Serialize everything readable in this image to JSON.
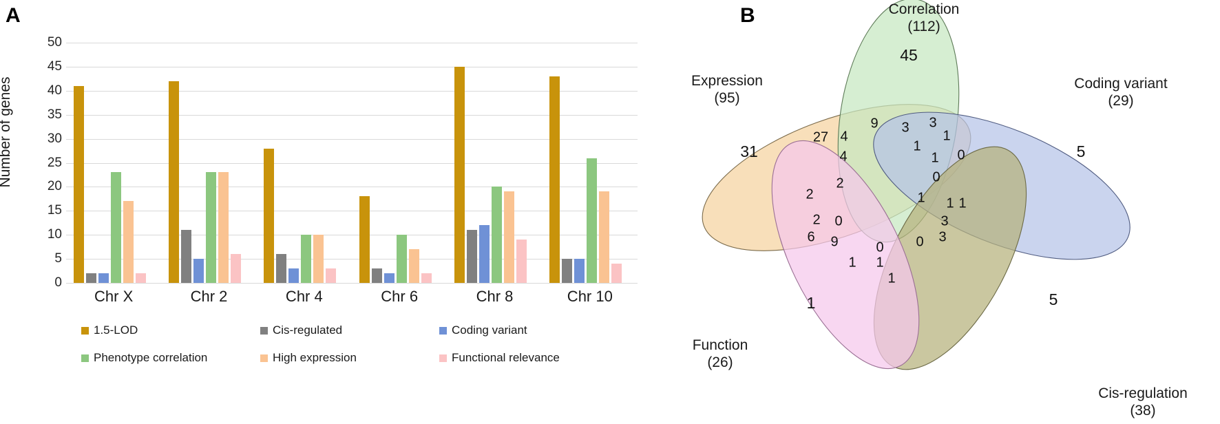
{
  "panels": {
    "a": {
      "letter": "A"
    },
    "b": {
      "letter": "B"
    }
  },
  "chart_data": [
    {
      "type": "bar",
      "panel": "A",
      "title": "",
      "xlabel": "",
      "ylabel": "Number of genes",
      "ylim": [
        0,
        50
      ],
      "ytick_step": 5,
      "yticks": [
        "50",
        "45",
        "40",
        "35",
        "30",
        "25",
        "20",
        "15",
        "10",
        "5",
        "0"
      ],
      "grid": true,
      "legend_position": "bottom",
      "categories": [
        "Chr X",
        "Chr 2",
        "Chr 4",
        "Chr 6",
        "Chr 8",
        "Chr 10"
      ],
      "series": [
        {
          "name": "1.5-LOD",
          "color": "#c8930b",
          "values": [
            41,
            42,
            28,
            18,
            45,
            43
          ]
        },
        {
          "name": "Cis-regulated",
          "color": "#808080",
          "values": [
            2,
            11,
            6,
            3,
            11,
            5
          ]
        },
        {
          "name": "Coding variant",
          "color": "#6f91d6",
          "values": [
            2,
            5,
            3,
            2,
            12,
            5
          ]
        },
        {
          "name": "Phenotype correlation",
          "color": "#8cc77f",
          "values": [
            23,
            23,
            10,
            10,
            20,
            26
          ]
        },
        {
          "name": "High expression",
          "color": "#fac392",
          "values": [
            17,
            23,
            10,
            7,
            19,
            19
          ]
        },
        {
          "name": "Functional relevance",
          "color": "#fbc3c4",
          "values": [
            2,
            6,
            3,
            2,
            9,
            4
          ]
        }
      ]
    },
    {
      "type": "venn",
      "panel": "B",
      "sets": [
        {
          "name": "Expression",
          "total": "(95)",
          "label": "Expression",
          "total_label": "(95)",
          "color": "#f5d3a0"
        },
        {
          "name": "Correlation",
          "total": "(112)",
          "label": "Correlation",
          "total_label": "(112)",
          "color": "#c6e7c0"
        },
        {
          "name": "Coding variant",
          "total": "(29)",
          "label": "Coding variant",
          "total_label": "(29)",
          "color": "#b6c3e8"
        },
        {
          "name": "Cis-regulation",
          "total": "(38)",
          "label": "Cis-regulation",
          "total_label": "(38)",
          "color": "#b5b27c"
        },
        {
          "name": "Function",
          "total": "(26)",
          "label": "Function",
          "total_label": "(26)",
          "color": "#f5c7ec"
        }
      ],
      "counts": [
        {
          "id": "expression-only",
          "value": "31"
        },
        {
          "id": "correlation-only",
          "value": "45"
        },
        {
          "id": "coding-only",
          "value": "5"
        },
        {
          "id": "cis-only",
          "value": "5"
        },
        {
          "id": "function-only",
          "value": "1"
        },
        {
          "id": "r1",
          "value": "27"
        },
        {
          "id": "r2",
          "value": "4"
        },
        {
          "id": "r3",
          "value": "9"
        },
        {
          "id": "r4",
          "value": "3"
        },
        {
          "id": "r5",
          "value": "3"
        },
        {
          "id": "r6",
          "value": "1"
        },
        {
          "id": "r7",
          "value": "4"
        },
        {
          "id": "r8",
          "value": "1"
        },
        {
          "id": "r9",
          "value": "1"
        },
        {
          "id": "r10",
          "value": "0"
        },
        {
          "id": "r11",
          "value": "2"
        },
        {
          "id": "r12",
          "value": "0"
        },
        {
          "id": "r13",
          "value": "1"
        },
        {
          "id": "r14",
          "value": "2"
        },
        {
          "id": "r15",
          "value": "1"
        },
        {
          "id": "r16",
          "value": "1"
        },
        {
          "id": "r17",
          "value": "2"
        },
        {
          "id": "r18",
          "value": "0"
        },
        {
          "id": "r19",
          "value": "3"
        },
        {
          "id": "r20",
          "value": "6"
        },
        {
          "id": "r21",
          "value": "9"
        },
        {
          "id": "r22",
          "value": "0"
        },
        {
          "id": "r23",
          "value": "0"
        },
        {
          "id": "r24",
          "value": "3"
        },
        {
          "id": "r25",
          "value": "1"
        },
        {
          "id": "r26",
          "value": "1"
        },
        {
          "id": "r27",
          "value": "1"
        }
      ]
    }
  ]
}
